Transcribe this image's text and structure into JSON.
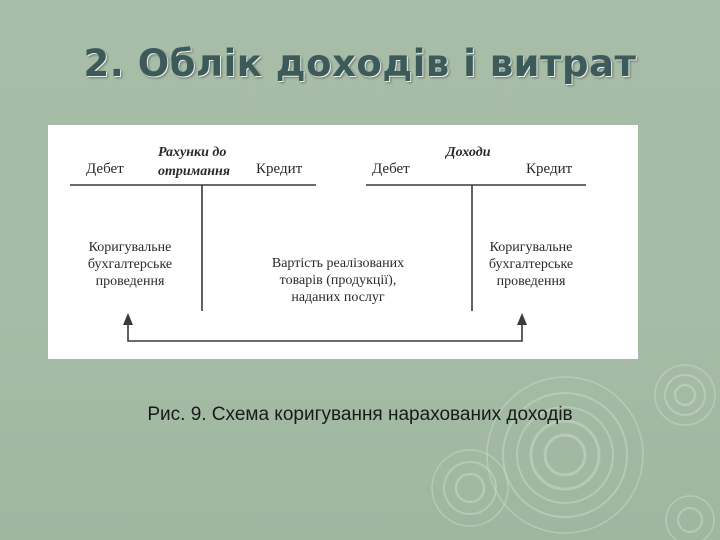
{
  "slide": {
    "title": "2. Облік доходів і витрат",
    "caption": "Рис. 9. Схема коригування нарахованих доходів"
  },
  "diagram": {
    "left_account": {
      "title_line1": "Рахунки до",
      "title_line2": "отримання",
      "debit": "Дебет",
      "credit": "Кредит",
      "debit_entry": [
        "Коригувальне",
        "бухгалтерське",
        "проведення"
      ]
    },
    "right_account": {
      "title": "Доходи",
      "debit": "Дебет",
      "credit": "Кредит",
      "credit_entry": [
        "Коригувальне",
        "бухгалтерське",
        "проведення"
      ]
    },
    "middle_text": [
      "Вартість реалізованих",
      "товарів (продукції),",
      "наданих послуг"
    ]
  },
  "colors": {
    "background": "#a8bda8",
    "title": "#3d5a5a",
    "figure_background": "#ffffff",
    "lines": "#3a3a3a"
  }
}
